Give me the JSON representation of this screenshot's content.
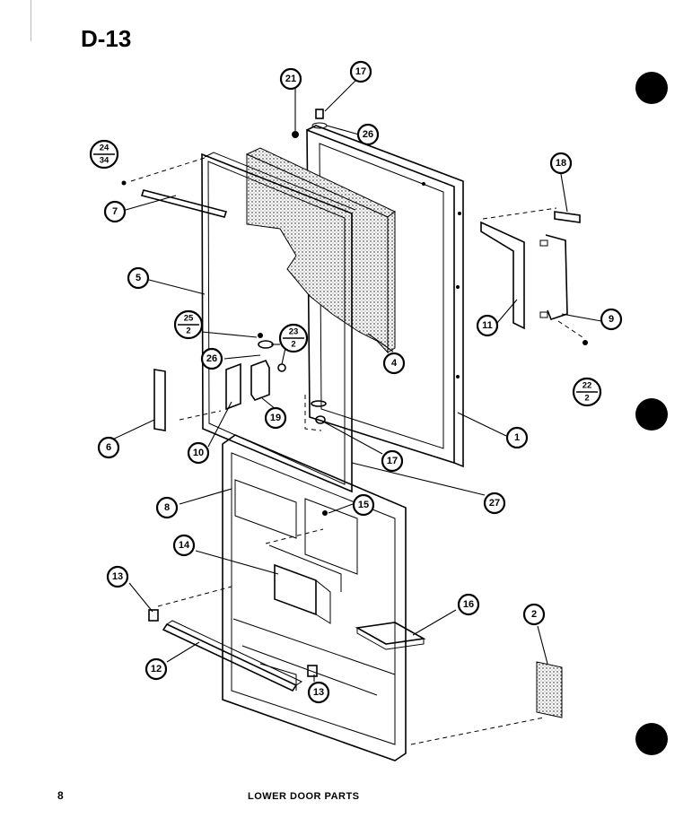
{
  "page": {
    "title": "D-13",
    "number": "8",
    "caption": "LOWER DOOR PARTS"
  },
  "callouts": {
    "c21": "21",
    "c17a": "17",
    "c26a": "26",
    "c24_34_top": "24",
    "c24_34_bottom": "34",
    "c18a": "18",
    "c7": "7",
    "c5": "5",
    "c11": "11",
    "c9": "9",
    "c25_2_top": "25",
    "c25_2_bottom": "2",
    "c23_2_top": "23",
    "c23_2_bottom": "2",
    "c26b": "26",
    "c4": "4",
    "c22_2_top": "22",
    "c22_2_bottom": "2",
    "c19": "19",
    "c6": "6",
    "c10": "10",
    "c1": "1",
    "c17b": "17",
    "c27": "27",
    "c8": "8",
    "c15": "15",
    "c14": "14",
    "c13a": "13",
    "c16": "16",
    "c2": "2",
    "c12": "12",
    "c13b": "13"
  }
}
